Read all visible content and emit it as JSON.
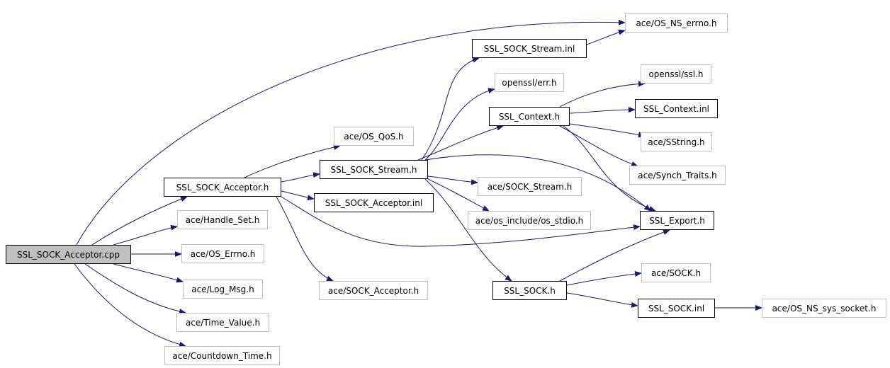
{
  "diagram": {
    "edge_color": "#191970",
    "nodes": {
      "root": "SSL_SOCK_Acceptor.cpp",
      "ssl_sock_acceptor_h": "SSL_SOCK_Acceptor.h",
      "handle_set_h": "ace/Handle_Set.h",
      "os_errno_h": "ace/OS_Errno.h",
      "log_msg_h": "ace/Log_Msg.h",
      "time_value_h": "ace/Time_Value.h",
      "countdown_time_h": "ace/Countdown_Time.h",
      "os_qos_h": "ace/OS_QoS.h",
      "ssl_sock_stream_h": "SSL_SOCK_Stream.h",
      "ssl_sock_acceptor_inl": "SSL_SOCK_Acceptor.inl",
      "sock_acceptor_h": "ace/SOCK_Acceptor.h",
      "ssl_sock_stream_inl": "SSL_SOCK_Stream.inl",
      "openssl_err_h": "openssl/err.h",
      "ssl_context_h": "SSL_Context.h",
      "sock_stream_h": "ace/SOCK_Stream.h",
      "os_stdio_h": "ace/os_include/os_stdio.h",
      "ssl_sock_h": "SSL_SOCK.h",
      "os_ns_errno_h": "ace/OS_NS_errno.h",
      "openssl_ssl_h": "openssl/ssl.h",
      "ssl_context_inl": "SSL_Context.inl",
      "sstring_h": "ace/SString.h",
      "synch_traits_h": "ace/Synch_Traits.h",
      "ssl_export_h": "SSL_Export.h",
      "sock_h": "ace/SOCK.h",
      "ssl_sock_inl": "SSL_SOCK.inl",
      "os_ns_sys_socket_h": "ace/OS_NS_sys_socket.h"
    }
  }
}
